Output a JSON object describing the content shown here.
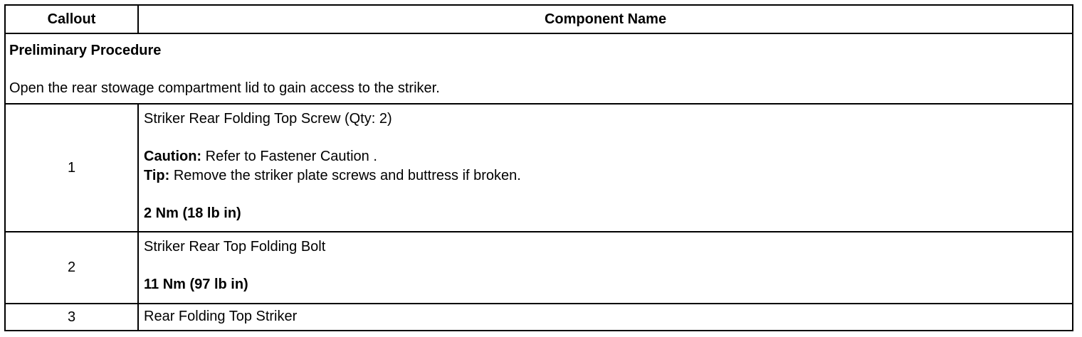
{
  "table": {
    "headers": {
      "callout": "Callout",
      "component_name": "Component Name"
    },
    "preliminary": {
      "title": "Preliminary Procedure",
      "text": "Open the rear stowage compartment lid to gain access to the striker."
    },
    "rows": [
      {
        "callout": "1",
        "name": "Striker Rear Folding Top Screw (Qty: 2)",
        "caution_label": "Caution:",
        "caution_text": " Refer to Fastener Caution .",
        "tip_label": "Tip:",
        "tip_text": " Remove the striker plate screws and buttress if broken.",
        "torque": "2 Nm (18 lb in)"
      },
      {
        "callout": "2",
        "name": "Striker Rear Top Folding Bolt",
        "torque": "11 Nm (97 lb in)"
      },
      {
        "callout": "3",
        "name": "Rear Folding Top Striker"
      }
    ]
  }
}
